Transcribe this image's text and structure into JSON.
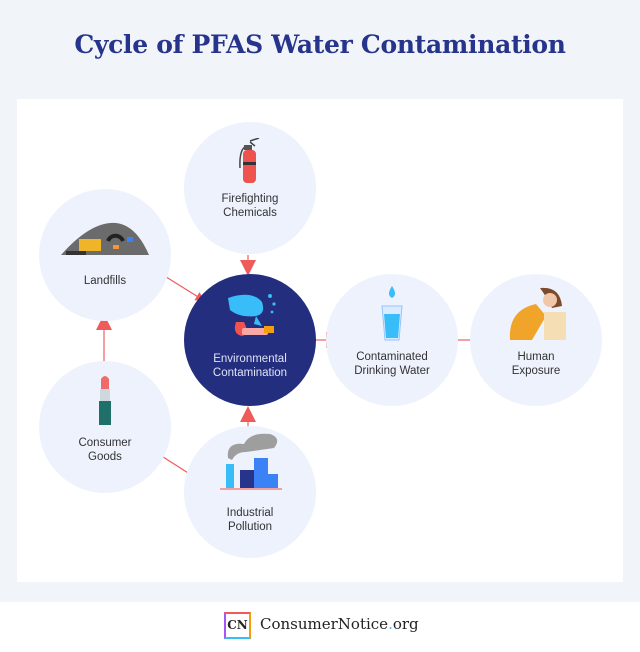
{
  "title": "Cycle of PFAS Water Contamination",
  "nodes": {
    "firefighting": {
      "line1": "Firefighting",
      "line2": "Chemicals"
    },
    "landfills": {
      "line1": "Landfills"
    },
    "environmental": {
      "line1": "Environmental",
      "line2": "Contamination"
    },
    "drinking_water": {
      "line1": "Contaminated",
      "line2": "Drinking Water"
    },
    "human": {
      "line1": "Human",
      "line2": "Exposure"
    },
    "consumer": {
      "line1": "Consumer",
      "line2": "Goods"
    },
    "industrial": {
      "line1": "Industrial",
      "line2": "Pollution"
    }
  },
  "colors": {
    "title": "#27348b",
    "center": "#242e7e",
    "node": "#edf2fd",
    "arrow": "#ef5b5b"
  },
  "footer": {
    "logo_mark": "CN",
    "brand": "ConsumerNotice",
    "dot": ".",
    "tld": "org"
  }
}
